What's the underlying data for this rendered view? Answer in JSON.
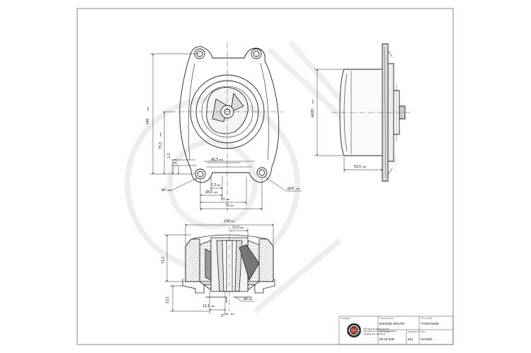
{
  "dimensions": {
    "height_140": "140",
    "height_73_3": "73,3",
    "offset_1_2": "1,2",
    "offset_3_1": "3,1",
    "hole_9": "ø9",
    "hole_5_5": "ø5,5",
    "hole_24": "ø24",
    "width_7_2": "7,2",
    "width_28_6": "28,6",
    "width_61": "61",
    "width_72": "72",
    "dia_100_side": "ø100",
    "depth_52_5": "52,5",
    "width_100_section": "100",
    "width_12_5": "12,5",
    "height_71_2": "71,2",
    "height_13_1": "13,1",
    "width_12_1": "12,1",
    "angle_2": "2°",
    "dia_5": "ø5",
    "unit": "mm"
  },
  "title_block": {
    "company_label": "Company",
    "company_lines": [
      "DAN Wojciech Michałowski S.A.",
      "Tarczyńska 4A, 07-100 Wrocław, Poland",
      "info@dan-pl.pl, www.dan.pl"
    ],
    "product_name_label": "Product name",
    "product_name": "ENGINE MOUNT",
    "oe_label": "OE number",
    "oe_number": "7700470208",
    "partno_label": "Art. number",
    "partno": "96 84 848",
    "sheet_label": "Drawing No",
    "sheet": "001",
    "date_label": "Date",
    "date": "01/2003"
  }
}
